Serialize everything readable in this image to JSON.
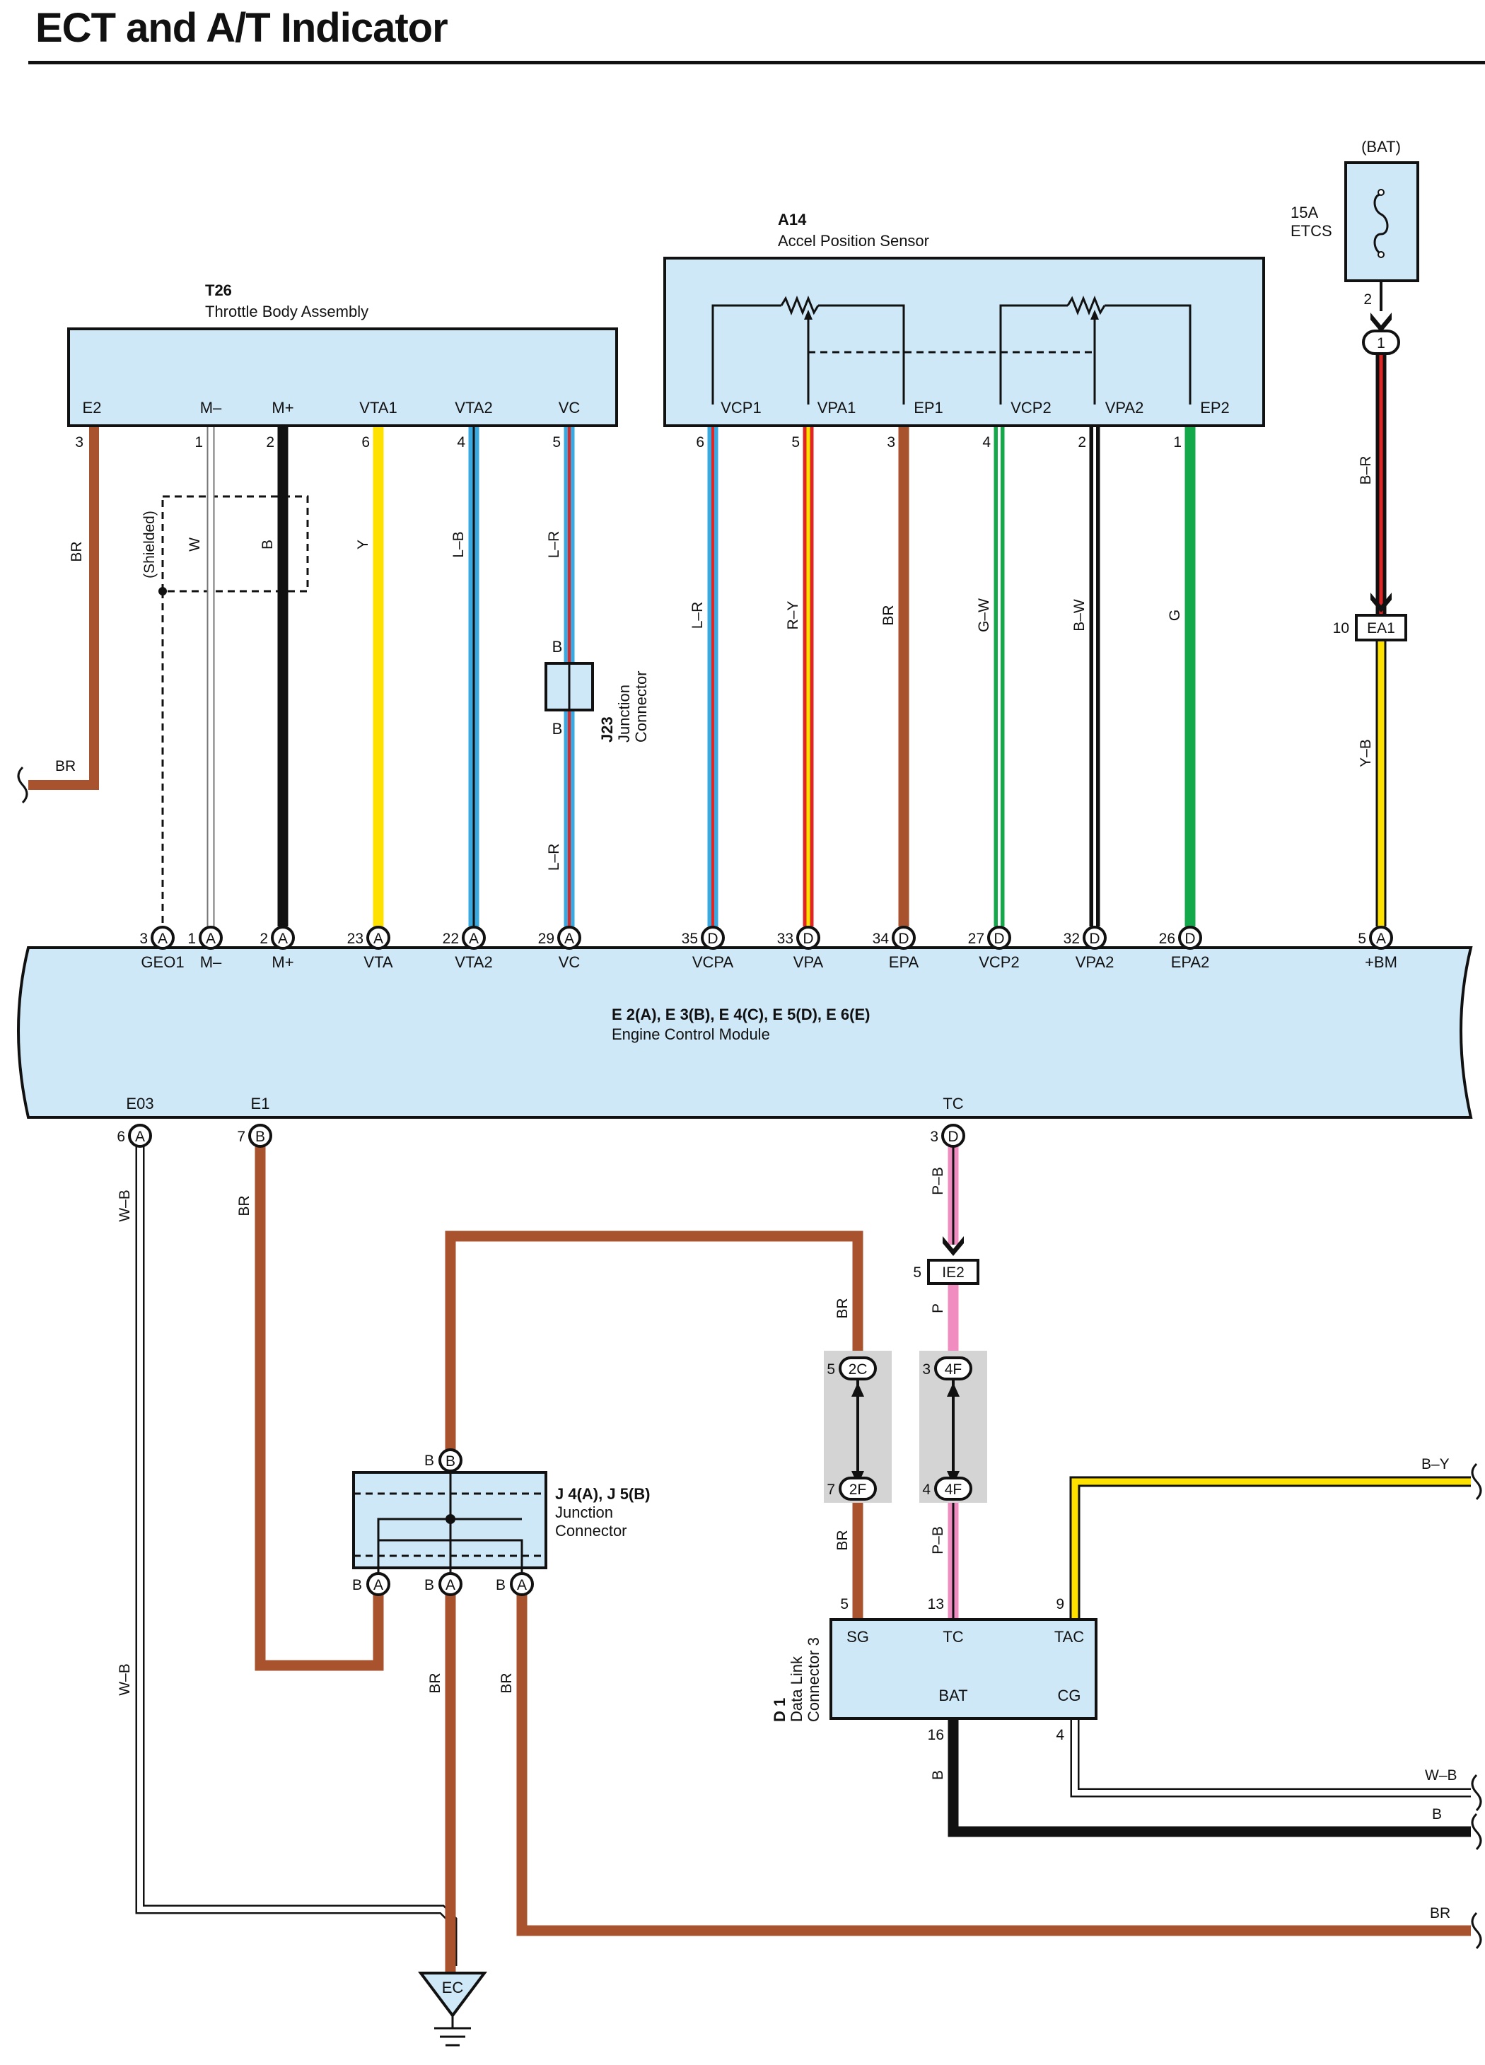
{
  "title": "ECT and A/T Indicator",
  "colors": {
    "box_fill": "#cfe8f8",
    "BR": "#a8522e",
    "B": "#111111",
    "W": "#ffffff",
    "Y": "#ffe100",
    "L": "#3aa9e0",
    "R": "#e02525",
    "G": "#13a84a",
    "P": "#f08cc0",
    "shade": "#d4d4d4"
  },
  "components": {
    "t26": {
      "id": "T26",
      "name": "Throttle Body Assembly",
      "pins": [
        "E2",
        "M–",
        "M+",
        "VTA1",
        "VTA2",
        "VC"
      ],
      "pin_nums": [
        "3",
        "1",
        "2",
        "6",
        "4",
        "5"
      ]
    },
    "a14": {
      "id": "A14",
      "name": "Accel Position Sensor",
      "pins": [
        "VCP1",
        "VPA1",
        "EP1",
        "VCP2",
        "VPA2",
        "EP2"
      ],
      "pin_nums": [
        "6",
        "5",
        "3",
        "4",
        "2",
        "1"
      ]
    },
    "fuse": {
      "source": "(BAT)",
      "rating": "15A",
      "name": "ETCS",
      "pin": "2",
      "conn": "1"
    },
    "ea1": {
      "label": "EA1",
      "pin": "10"
    },
    "j23": {
      "id": "J23",
      "name1": "Junction",
      "name2": "Connector",
      "pin_top": "B",
      "pin_bot": "B"
    },
    "ecm": {
      "title": "E 2(A), E 3(B), E 4(C), E 5(D), E 6(E)",
      "name": "Engine Control Module",
      "top_pins": [
        {
          "num": "3",
          "conn": "A",
          "label": "GEO1"
        },
        {
          "num": "1",
          "conn": "A",
          "label": "M–"
        },
        {
          "num": "2",
          "conn": "A",
          "label": "M+"
        },
        {
          "num": "23",
          "conn": "A",
          "label": "VTA"
        },
        {
          "num": "22",
          "conn": "A",
          "label": "VTA2"
        },
        {
          "num": "29",
          "conn": "A",
          "label": "VC"
        },
        {
          "num": "35",
          "conn": "D",
          "label": "VCPA"
        },
        {
          "num": "33",
          "conn": "D",
          "label": "VPA"
        },
        {
          "num": "34",
          "conn": "D",
          "label": "EPA"
        },
        {
          "num": "27",
          "conn": "D",
          "label": "VCP2"
        },
        {
          "num": "32",
          "conn": "D",
          "label": "VPA2"
        },
        {
          "num": "26",
          "conn": "D",
          "label": "EPA2"
        },
        {
          "num": "5",
          "conn": "A",
          "label": "+BM"
        }
      ],
      "bottom_pins": [
        {
          "num": "6",
          "conn": "A",
          "label": "E03"
        },
        {
          "num": "7",
          "conn": "B",
          "label": "E1"
        },
        {
          "num": "3",
          "conn": "D",
          "label": "TC"
        }
      ]
    },
    "ie2": {
      "label": "IE2",
      "pin": "5"
    },
    "j4": {
      "title": "J 4(A), J 5(B)",
      "name1": "Junction",
      "name2": "Connector",
      "top_pin": "B",
      "top_conn": "B",
      "bottom_pins": [
        {
          "pin": "B",
          "conn": "A"
        },
        {
          "pin": "B",
          "conn": "A"
        },
        {
          "pin": "B",
          "conn": "A"
        }
      ]
    },
    "d1": {
      "id": "D 1",
      "name1": "Data Link",
      "name2": "Connector 3",
      "pins": [
        "SG",
        "TC",
        "TAC",
        "BAT",
        "CG"
      ],
      "pin_nums": [
        "5",
        "13",
        "9",
        "16",
        "4"
      ]
    },
    "jc": [
      {
        "top_num": "5",
        "top": "2C",
        "bot_num": "7",
        "bot": "2F"
      },
      {
        "top_num": "3",
        "top": "4F",
        "bot_num": "4",
        "bot": "4F"
      }
    ],
    "ground": {
      "label": "EC"
    }
  },
  "wires": {
    "e2_top": "BR",
    "e2_bottom": "BR",
    "shielded": "(Shielded)",
    "mminus": "W",
    "mplus": "B",
    "vta1": "Y",
    "vta2": "L–B",
    "vc_top": "L–R",
    "vc_bottom": "L–R",
    "vcp1": "L–R",
    "vpa1": "R–Y",
    "ep1": "BR",
    "vcp2": "G–W",
    "vpa2": "B–W",
    "ep2": "G",
    "fuse_out": "B–R",
    "ea1_out": "Y–B",
    "e03_top": "W–B",
    "e03_bottom": "W–B",
    "e1": "BR",
    "tc_top": "P–B",
    "tc_mid": "P",
    "tc_bottom": "P–B",
    "sg_top": "BR",
    "sg_bottom": "BR",
    "j_mid": "BR",
    "j_right": "BR",
    "by": "B–Y",
    "wb": "W–B",
    "b_right": "B",
    "br_right": "BR",
    "bat": "B"
  }
}
